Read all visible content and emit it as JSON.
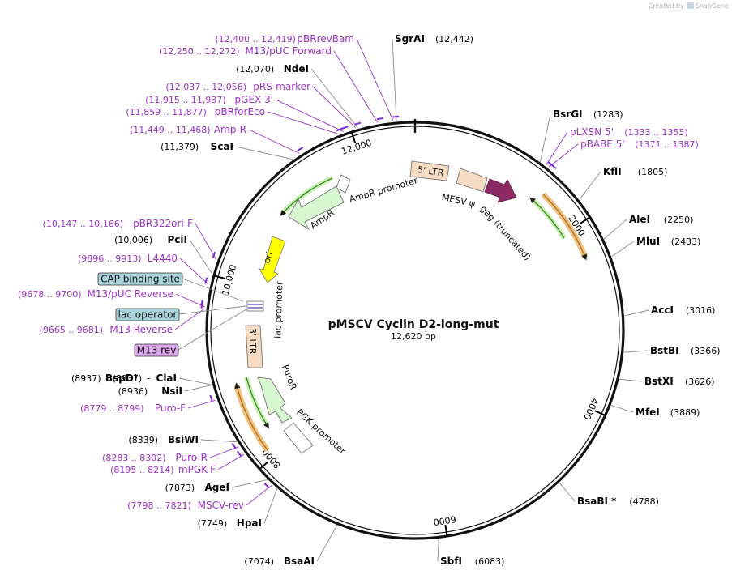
{
  "credit": {
    "prefix": "Created by",
    "brand": "SnapGene"
  },
  "plasmid": {
    "name": "pMSCV Cyclin D2-long-mut",
    "length": "12,620 bp",
    "total_bp": 12620
  },
  "colors": {
    "enzyme": "#000000",
    "primer": "#9b30c8",
    "primer_arrow": "#7a2bd6",
    "ticks": "#000000",
    "line": "#8a8a8a"
  },
  "ring_ticks": [
    {
      "label": "2000",
      "bp": 2000
    },
    {
      "label": "4000",
      "bp": 4000
    },
    {
      "label": "6000",
      "bp": 6000
    },
    {
      "label": "8000",
      "bp": 8000
    },
    {
      "label": "10,000",
      "bp": 10000
    },
    {
      "label": "12,000",
      "bp": 12000
    }
  ],
  "enzymes_right": [
    {
      "name": "SgrAI",
      "pos": "(12,442)",
      "bp": 12442
    },
    {
      "name": "BsrGI",
      "pos": "(1283)",
      "bp": 1283
    },
    {
      "name": "KflI",
      "pos": "(1805)",
      "bp": 1805
    },
    {
      "name": "AleI",
      "pos": "(2250)",
      "bp": 2250
    },
    {
      "name": "MluI",
      "pos": "(2433)",
      "bp": 2433
    },
    {
      "name": "AccI",
      "pos": "(3016)",
      "bp": 3016
    },
    {
      "name": "BstBI",
      "pos": "(3366)",
      "bp": 3366
    },
    {
      "name": "BstXI",
      "pos": "(3626)",
      "bp": 3626
    },
    {
      "name": "MfeI",
      "pos": "(3889)",
      "bp": 3889
    },
    {
      "name": "BsaBI *",
      "pos": "(4788)",
      "bp": 4788
    },
    {
      "name": "SbfI",
      "pos": "(6083)",
      "bp": 6083
    }
  ],
  "enzymes_left": [
    {
      "name": "NdeI",
      "pos": "(12,070)",
      "bp": 12070
    },
    {
      "name": "ScaI",
      "pos": "(11,379)",
      "bp": 11379
    },
    {
      "name": "PciI",
      "pos": "(10,006)",
      "bp": 10006
    },
    {
      "name": "ClaI",
      "pos": "(8937)",
      "bp": 8937
    },
    {
      "name": "NsiI",
      "pos": "(8936)",
      "bp": 8936
    },
    {
      "name": "BsiWI",
      "pos": "(8339)",
      "bp": 8339
    },
    {
      "name": "AgeI",
      "pos": "(7873)",
      "bp": 7873
    },
    {
      "name": "HpaI",
      "pos": "(7749)",
      "bp": 7749
    },
    {
      "name": "BsaAI",
      "pos": "(7074)",
      "bp": 7074
    }
  ],
  "bspdi": {
    "name": "BspDI",
    "pos": "(8937)",
    "sep": "-"
  },
  "primers_right": [
    {
      "name": "pLXSN 5'",
      "pos": "(1333 .. 1355)",
      "bp": 1344
    },
    {
      "name": "pBABE 5'",
      "pos": "(1371 .. 1387)",
      "bp": 1379
    }
  ],
  "primers_left": [
    {
      "name": "pBRrevBam",
      "pos": "(12,400 .. 12,419)",
      "bp": 12410
    },
    {
      "name": "M13/pUC Forward",
      "pos": "(12,250 .. 12,272)",
      "bp": 12261
    },
    {
      "name": "pRS-marker",
      "pos": "(12,037 .. 12,056)",
      "bp": 12047
    },
    {
      "name": "pGEX 3'",
      "pos": "(11,915 .. 11,937)",
      "bp": 11926
    },
    {
      "name": "pBRforEco",
      "pos": "(11,859 .. 11,877)",
      "bp": 11868
    },
    {
      "name": "Amp-R",
      "pos": "(11,449 .. 11,468)",
      "bp": 11458
    },
    {
      "name": "pBR322ori-F",
      "pos": "(10,147 .. 10,166)",
      "bp": 10157
    },
    {
      "name": "L4440",
      "pos": "(9896 .. 9913)",
      "bp": 9905
    },
    {
      "name": "M13/pUC Reverse",
      "pos": "(9678 .. 9700)",
      "bp": 9689
    },
    {
      "name": "M13 Reverse",
      "pos": "(9665 .. 9681)",
      "bp": 9673
    },
    {
      "name": "Puro-F",
      "pos": "(8779 .. 8799)",
      "bp": 8789
    },
    {
      "name": "Puro-R",
      "pos": "(8283 .. 8302)",
      "bp": 8292
    },
    {
      "name": "mPGK-F",
      "pos": "(8195 .. 8214)",
      "bp": 8204
    },
    {
      "name": "MSCV-rev",
      "pos": "(7798 .. 7821)",
      "bp": 7809
    }
  ],
  "boxed_labels": [
    {
      "name": "CAP binding site",
      "fill": "#a9d4dc"
    },
    {
      "name": "lac operator",
      "fill": "#a9d4dc"
    },
    {
      "name": "M13 rev",
      "fill": "#dca8ec"
    }
  ],
  "features": [
    {
      "name": "5' LTR",
      "fill": "#f7dcc4"
    },
    {
      "name": "MESV ψ",
      "fill": "#f7dcc4"
    },
    {
      "name": "gag (truncated)",
      "fill": "#8e2a63"
    },
    {
      "name": "AmpR promoter",
      "fill": "#ffffff"
    },
    {
      "name": "AmpR",
      "fill": "#d7f7d0"
    },
    {
      "name": "ori",
      "fill": "#ffff00"
    },
    {
      "name": "lac promoter",
      "fill": "#ffffff"
    },
    {
      "name": "3' LTR",
      "fill": "#f7dcc4"
    },
    {
      "name": "PuroR",
      "fill": "#d7f7d0"
    },
    {
      "name": "PGK promoter",
      "fill": "#ffffff"
    }
  ]
}
